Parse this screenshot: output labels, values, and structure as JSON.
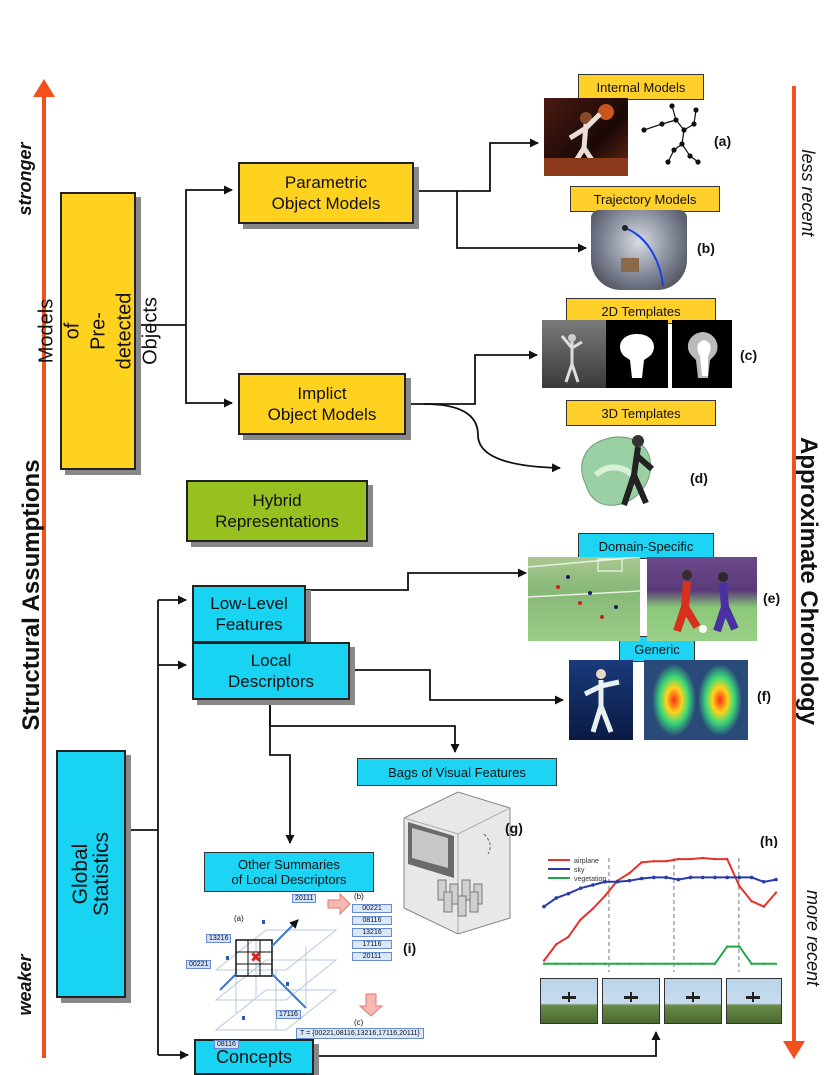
{
  "axes": {
    "left_title": "Structural Assumptions",
    "left_top": "stronger",
    "left_bottom": "weaker",
    "right_title": "Approximate Chronology",
    "right_top": "less recent",
    "right_bottom": "more recent"
  },
  "boxes": {
    "models_predetected": "Models of\nPre-detected Objects",
    "global_statistics": "Global Statistics",
    "parametric": "Parametric\nObject  Models",
    "implicit": "Implict\nObject Models",
    "hybrid": "Hybrid\nRepresentations",
    "low_level": "Low-Level\nFeatures",
    "local_descriptors": "Local\nDescriptors",
    "concepts": "Concepts"
  },
  "tags": {
    "internal_models": "Internal Models",
    "trajectory_models": "Trajectory Models",
    "templates_2d": "2D Templates",
    "templates_3d": "3D Templates",
    "domain_specific": "Domain-Specific",
    "generic": "Generic",
    "bags": "Bags of Visual Features",
    "other_summaries": "Other Summaries\nof Local Descriptors"
  },
  "letters": {
    "a": "(a)",
    "b": "(b)",
    "c": "(c)",
    "d": "(d)",
    "e": "(e)",
    "f": "(f)",
    "g": "(g)",
    "h": "(h)",
    "i": "(i)"
  },
  "panel_i": {
    "codes": [
      "00221",
      "08116",
      "13216",
      "17116",
      "20111"
    ],
    "formula": "T = {00221,08116,13216,17116,20111}",
    "sub_a": "(a)",
    "sub_b": "(b)",
    "sub_c": "(c)"
  },
  "chart_h": {
    "legend": [
      "airplane",
      "sky",
      "vegetation"
    ]
  },
  "colors": {
    "arrow_orange": "#f2501c",
    "yellow": "#ffd21f",
    "cyan": "#19d3f3",
    "green": "#97c11f",
    "airplane_line": "#e8302a",
    "sky_line": "#2a3aa8",
    "vegetation_line": "#20a844"
  },
  "chart_data": {
    "type": "line",
    "x": [
      0,
      1,
      2,
      3,
      4,
      5,
      6,
      7,
      8,
      9,
      10,
      11,
      12,
      13,
      14,
      15,
      16,
      17,
      18,
      19
    ],
    "series": [
      {
        "name": "airplane",
        "values": [
          0.05,
          0.2,
          0.27,
          0.43,
          0.53,
          0.65,
          0.79,
          0.86,
          0.96,
          0.97,
          0.97,
          0.99,
          0.99,
          1.0,
          0.99,
          0.99,
          0.74,
          0.6,
          0.55,
          0.68
        ]
      },
      {
        "name": "sky",
        "values": [
          0.55,
          0.63,
          0.67,
          0.72,
          0.75,
          0.78,
          0.78,
          0.79,
          0.81,
          0.82,
          0.82,
          0.8,
          0.82,
          0.82,
          0.82,
          0.82,
          0.82,
          0.82,
          0.78,
          0.8
        ]
      },
      {
        "name": "vegetation",
        "values": [
          0.02,
          0.02,
          0.02,
          0.02,
          0.02,
          0.02,
          0.02,
          0.02,
          0.02,
          0.02,
          0.02,
          0.02,
          0.02,
          0.02,
          0.02,
          0.18,
          0.18,
          0.02,
          0.02,
          0.02
        ]
      }
    ]
  }
}
